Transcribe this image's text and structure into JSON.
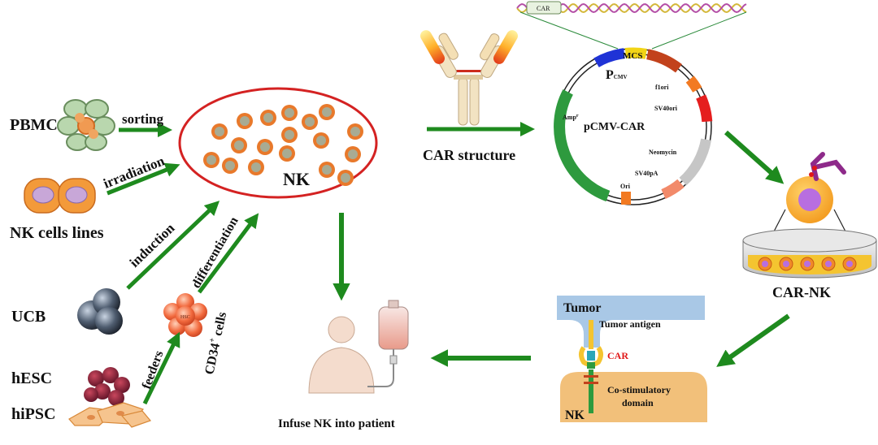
{
  "sources": {
    "pbmc": "PBMC",
    "nk_lines": "NK cells lines",
    "ucb": "UCB",
    "hesc": "hESC",
    "hipsc": "hiPSC",
    "hsc_label": "HSC"
  },
  "processes": {
    "sorting": "sorting",
    "irradiation": "irradiation",
    "induction": "induction",
    "differentiation": "differentiation",
    "cd34_prefix": "CD34",
    "cd34_sup": "+",
    "cd34_suffix": " cells",
    "feeders": "feeders"
  },
  "nk_pool": {
    "label": "NK"
  },
  "car_structure": {
    "label": "CAR structure",
    "gene_label": "CAR"
  },
  "plasmid": {
    "name": "pCMV-CAR",
    "promoter_main": "P",
    "promoter_sub": "CMV",
    "mcs": "MCS",
    "f1ori": "f1ori",
    "sv40ori": "SV40ori",
    "neomycin": "Neomycin",
    "sv40pa": "SV40pA",
    "ori": "Ori",
    "amp": "Amp",
    "amp_mark": "r"
  },
  "car_nk": {
    "label": "CAR-NK"
  },
  "synapse": {
    "tumor": "Tumor",
    "tumor_antigen": "Tumor antigen",
    "car": "CAR",
    "costim_line1": "Co-stimulatory",
    "costim_line2": "domain",
    "nk": "NK"
  },
  "infuse": {
    "label": "Infuse NK into patient"
  },
  "colors": {
    "arrow": "#1e8a1e",
    "ellipse_stroke": "#d42222",
    "nk_outer": "#e8792b",
    "nk_inner": "#a8ab93",
    "car_red": "#e01818",
    "tumor_fill": "#a9c8e6",
    "nk_cell_fill": "#f2c07a"
  }
}
